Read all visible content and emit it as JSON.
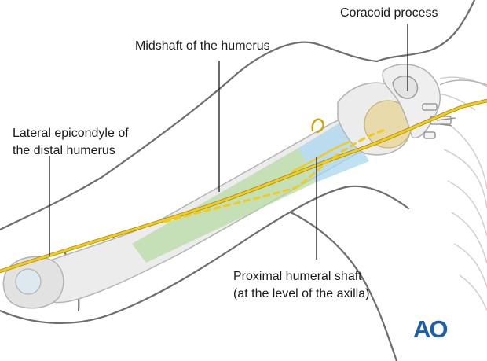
{
  "labels": {
    "coracoid": "Coracoid process",
    "midshaft": "Midshaft of the humerus",
    "lateral_line1": "Lateral epicondyle of",
    "lateral_line2": "the distal humerus",
    "proximal_line1": "Proximal humeral shaft",
    "proximal_line2": "(at the level of the axilla)"
  },
  "logo": {
    "text": "AO"
  },
  "colors": {
    "outline": "#6e6e6e",
    "bone_fill": "#ececec",
    "bone_stroke": "#b3b3b3",
    "midshaft_zone": "#b5dca0",
    "proximal_zone": "#a9d7ef",
    "humeral_head": "#e7d7a0",
    "nerve": "#f0cc1e",
    "nerve_dark": "#a8860a",
    "leader_line": "#1a1a1a",
    "logo_blue": "#1d5fa8",
    "label_text": "#1a1a1a"
  }
}
